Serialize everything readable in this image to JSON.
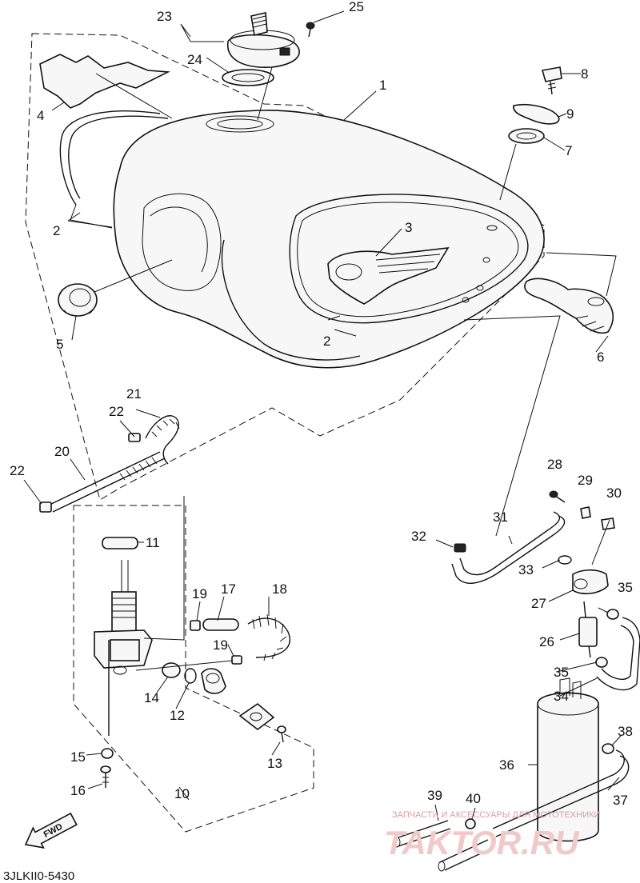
{
  "diagram": {
    "part_numbers": [
      "1",
      "2",
      "2",
      "2",
      "3",
      "4",
      "5",
      "6",
      "7",
      "8",
      "9",
      "10",
      "11",
      "12",
      "13",
      "14",
      "15",
      "16",
      "17",
      "18",
      "19",
      "19",
      "20",
      "21",
      "22",
      "22",
      "23",
      "24",
      "25",
      "26",
      "27",
      "28",
      "29",
      "30",
      "31",
      "32",
      "33",
      "34",
      "35",
      "35",
      "36",
      "37",
      "38",
      "39",
      "40"
    ],
    "caption": "3JLKII0-5430",
    "forward_label": "FWD",
    "watermark_small": "ЗАПЧАСТИ И АКСЕССУАРЫ ДЛЯ МОТОТЕХНИКИ",
    "watermark_large": "TAKTOR.RU"
  }
}
